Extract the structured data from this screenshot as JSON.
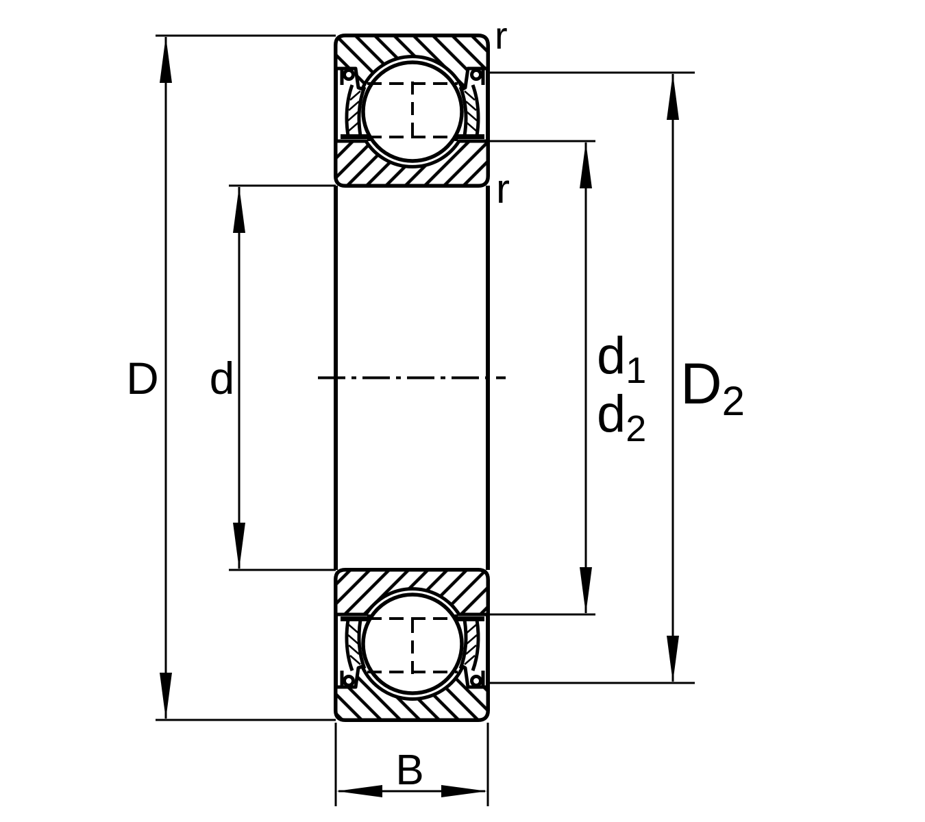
{
  "diagram": {
    "kind": "ball-bearing-section-drawing",
    "colors": {
      "line": "#000000",
      "background": "#ffffff"
    },
    "labels": {
      "outer_diameter": "D",
      "bore_diameter": "d",
      "d1_main": "d",
      "d1_sub": "1",
      "d2_main": "d",
      "d2_sub": "2",
      "D2_main": "D",
      "D2_sub": "2",
      "width": "B",
      "chamfer_outer": "r",
      "chamfer_inner": "r"
    }
  }
}
